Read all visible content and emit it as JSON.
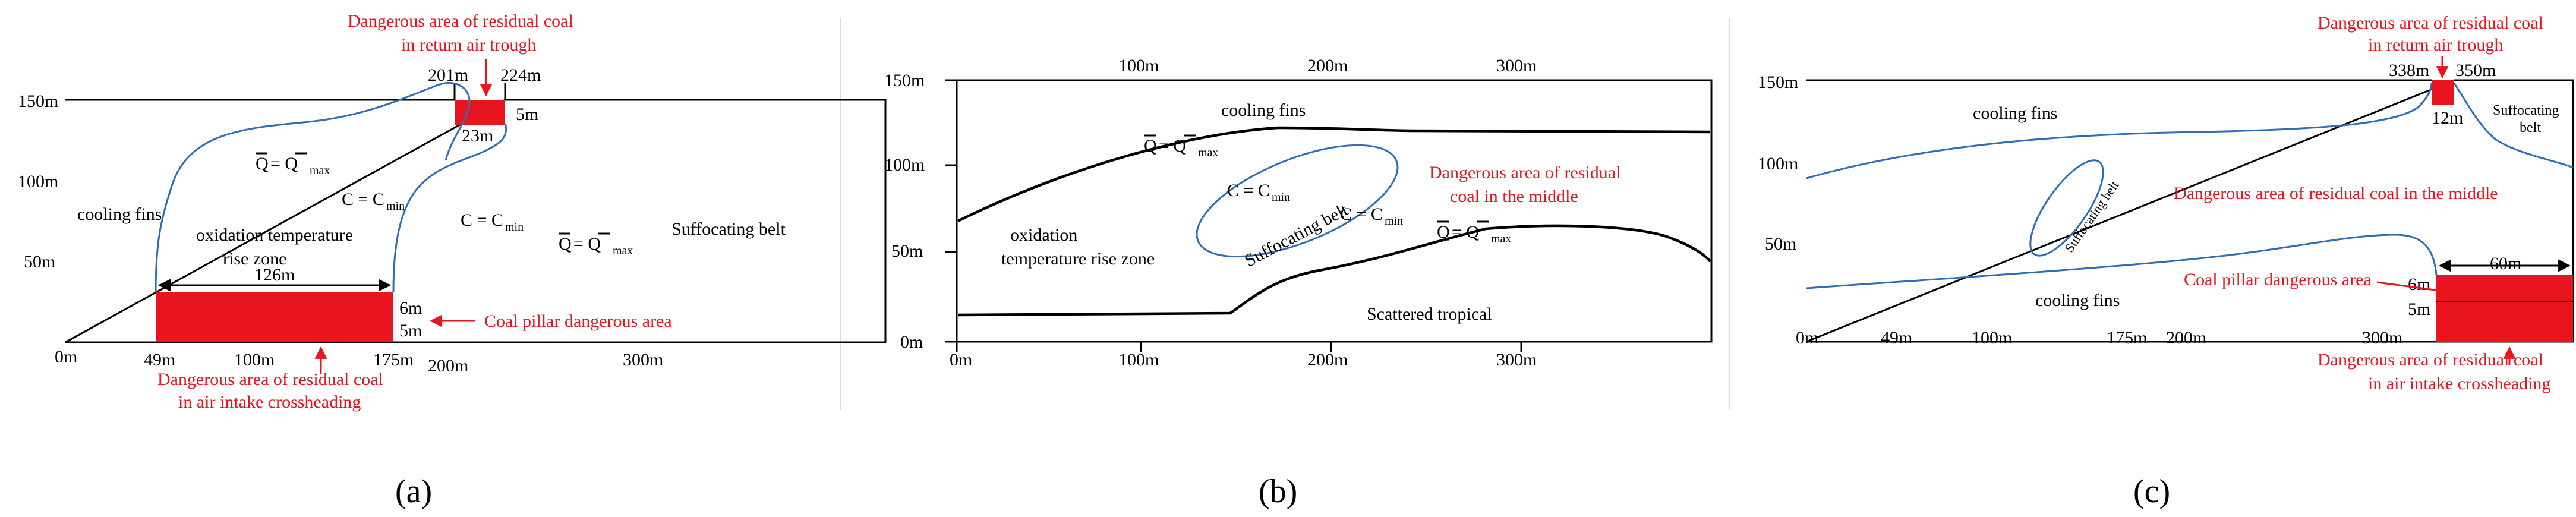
{
  "captions": [
    "(a)",
    "(b)",
    "(c)"
  ],
  "colors": {
    "danger": "#e8141e",
    "boundary": "#2f6db5",
    "line": "#000000"
  },
  "panel_a": {
    "axis_y": [
      "150m",
      "100m",
      "50m",
      "0m"
    ],
    "axis_x": [
      "49m",
      "100m",
      "175m",
      "200m",
      "300m"
    ],
    "top_marks": [
      "201m",
      "224m"
    ],
    "return_trough": {
      "title_line1": "Dangerous area of residual coal",
      "title_line2": "in return air trough",
      "height": "5m",
      "width": "23m"
    },
    "intake": {
      "title_line1": "Dangerous area of residual coal",
      "title_line2": "in air intake crossheading",
      "width": "126m",
      "h1": "6m",
      "h2": "5m"
    },
    "pillar": "Coal pillar dangerous area",
    "zones": {
      "cooling": "cooling fins",
      "oxidation_line1": "oxidation temperature",
      "oxidation_line2": "rise zone",
      "suffocating": "Suffocating belt"
    },
    "eq": {
      "q1": "Q",
      "q1_rhs": "= Q",
      "max1": "max",
      "c1": "C = C",
      "min1": "min",
      "c2": "C = C",
      "min2": "min",
      "q2": "Q",
      "q2_rhs": "= Q",
      "max2": "max"
    }
  },
  "panel_b": {
    "axis_y": [
      "150m",
      "100m",
      "50m",
      "0m"
    ],
    "axis_x_top": [
      "100m",
      "200m",
      "300m"
    ],
    "axis_x_bottom": [
      "0m",
      "100m",
      "200m",
      "300m"
    ],
    "zones": {
      "cooling": "cooling fins",
      "oxidation_line1": "oxidation",
      "oxidation_line2": "temperature rise zone",
      "suffocating": "Suffocating belt",
      "scattered": "Scattered tropical"
    },
    "danger_middle_line1": "Dangerous area of residual",
    "danger_middle_line2": "coal in the middle",
    "eq": {
      "q1": "Q",
      "q1_rhs": "= Q",
      "max1": "max",
      "c1": "C = C",
      "min1": "min",
      "c2": "C = C",
      "min2": "min",
      "q2": "Q",
      "q2_rhs": "= Q",
      "max2": "max"
    }
  },
  "panel_c": {
    "axis_y": [
      "150m",
      "100m",
      "50m",
      "0m"
    ],
    "axis_x": [
      "49m",
      "100m",
      "175m",
      "200m",
      "300m"
    ],
    "top_marks": [
      "338m",
      "350m"
    ],
    "return_trough": {
      "title_line1": "Dangerous area of residual coal",
      "title_line2": "in return air trough",
      "width": "12m"
    },
    "intake": {
      "title_line1": "Dangerous area of residual coal",
      "title_line2": "in air intake crossheading",
      "width": "60m",
      "h1": "6m",
      "h2": "5m"
    },
    "pillar": "Coal pillar dangerous area",
    "danger_middle": "Dangerous area of residual coal in the middle",
    "zones": {
      "cooling_top": "cooling fins",
      "cooling_bottom": "cooling fins",
      "suffocating_small": "Suffocating belt",
      "suffocating_right_line1": "Suffocating",
      "suffocating_right_line2": "belt"
    }
  }
}
